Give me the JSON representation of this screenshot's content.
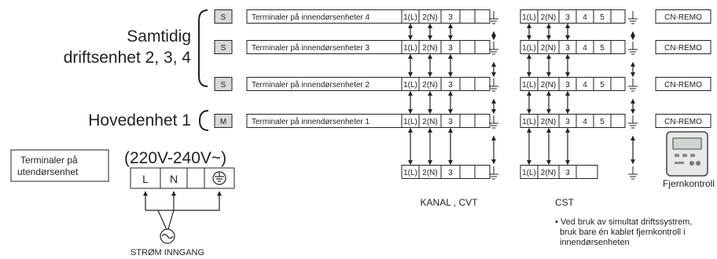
{
  "group_labels": {
    "simultaneous_line1": "Samtidig",
    "simultaneous_line2": "driftsenhet 2, 3, 4",
    "main_unit": "Hovedenhet 1"
  },
  "indoor_units": [
    {
      "badge": "S",
      "label": "Terminaler på innendørsenheter 4",
      "remo": "CN-REMO"
    },
    {
      "badge": "S",
      "label": "Terminaler på innendørsenheter 3",
      "remo": "CN-REMO"
    },
    {
      "badge": "S",
      "label": "Terminaler på innendørsenheter 2",
      "remo": "CN-REMO"
    },
    {
      "badge": "M",
      "label": "Terminaler på innendørsenheter 1",
      "remo": "CN-REMO"
    }
  ],
  "kanal_terminals": [
    "1(L)",
    "2(N)",
    "3"
  ],
  "cst_terminals": [
    "1(L)",
    "2(N)",
    "3",
    "4",
    "5"
  ],
  "cst_bottom_terminals": [
    "1(L)",
    "2(N)",
    "3"
  ],
  "labels": {
    "kanal_cvt": "KANAL , CVT",
    "cst": "CST",
    "remote": "Fjernkontroll",
    "note_lines": [
      "• Ved bruk av simultat driftssystrem,",
      "bruk bare én kablet fjernkontroll i",
      "innendørsenheten"
    ]
  },
  "outdoor": {
    "label_line1": "Terminaler på",
    "label_line2": "utendørsenhet",
    "voltage": "(220V-240V~)",
    "terminals": [
      "L",
      "N"
    ],
    "power_label": "STRØM INNGANG"
  }
}
